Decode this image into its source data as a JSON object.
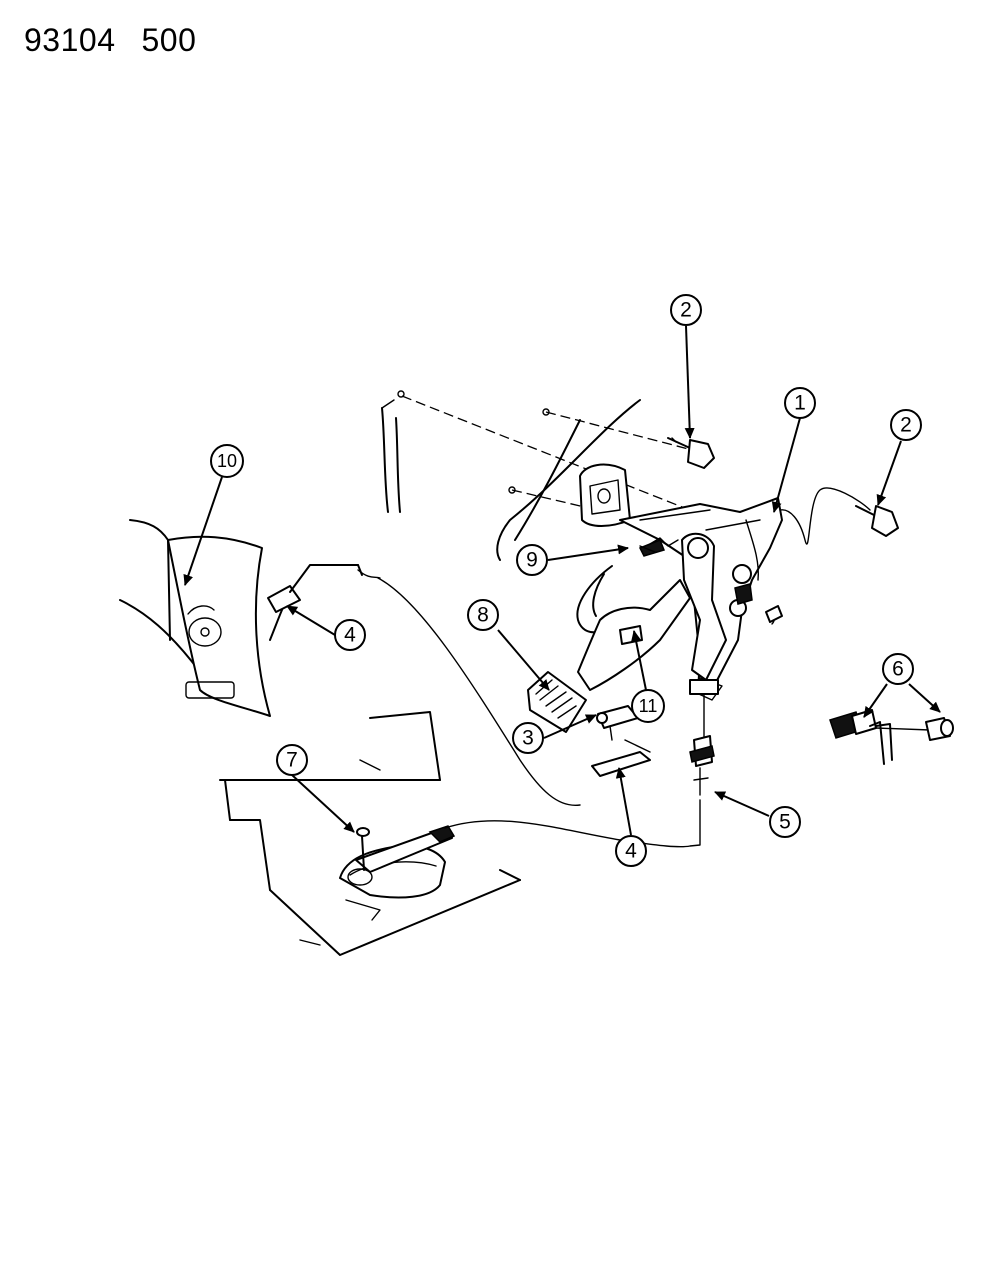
{
  "header": {
    "code_left": "93104",
    "code_right": "500"
  },
  "callouts": [
    {
      "id": "c1",
      "label": "1"
    },
    {
      "id": "c2a",
      "label": "2"
    },
    {
      "id": "c2b",
      "label": "2"
    },
    {
      "id": "c3",
      "label": "3"
    },
    {
      "id": "c4a",
      "label": "4"
    },
    {
      "id": "c4b",
      "label": "4"
    },
    {
      "id": "c5",
      "label": "5"
    },
    {
      "id": "c6",
      "label": "6"
    },
    {
      "id": "c7",
      "label": "7"
    },
    {
      "id": "c8",
      "label": "8"
    },
    {
      "id": "c9",
      "label": "9"
    },
    {
      "id": "c10",
      "label": "10"
    },
    {
      "id": "c11",
      "label": "11"
    }
  ]
}
